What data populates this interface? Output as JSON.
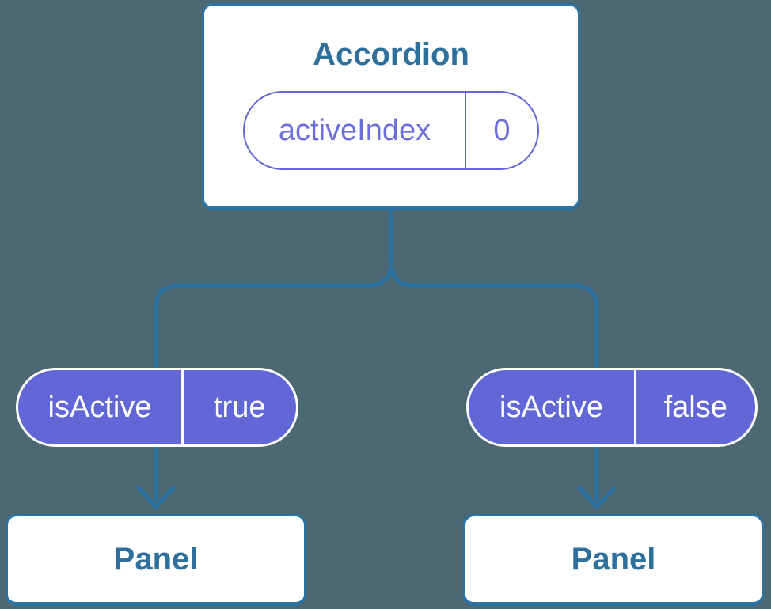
{
  "colors": {
    "background": "#4c6973",
    "line_blue": "#2b72a5",
    "component_text": "#2e6f9c",
    "pill_purple": "#6267d8",
    "pill_outline_text": "#6a6fdb",
    "pill_filled_text": "#ffffff",
    "box_fill": "#ffffff"
  },
  "root_component": {
    "name": "Accordion",
    "state_pill": {
      "label": "activeIndex",
      "value": "0"
    }
  },
  "children": [
    {
      "prop_pill": {
        "label": "isActive",
        "value": "true"
      },
      "component": {
        "name": "Panel"
      }
    },
    {
      "prop_pill": {
        "label": "isActive",
        "value": "false"
      },
      "component": {
        "name": "Panel"
      }
    }
  ]
}
